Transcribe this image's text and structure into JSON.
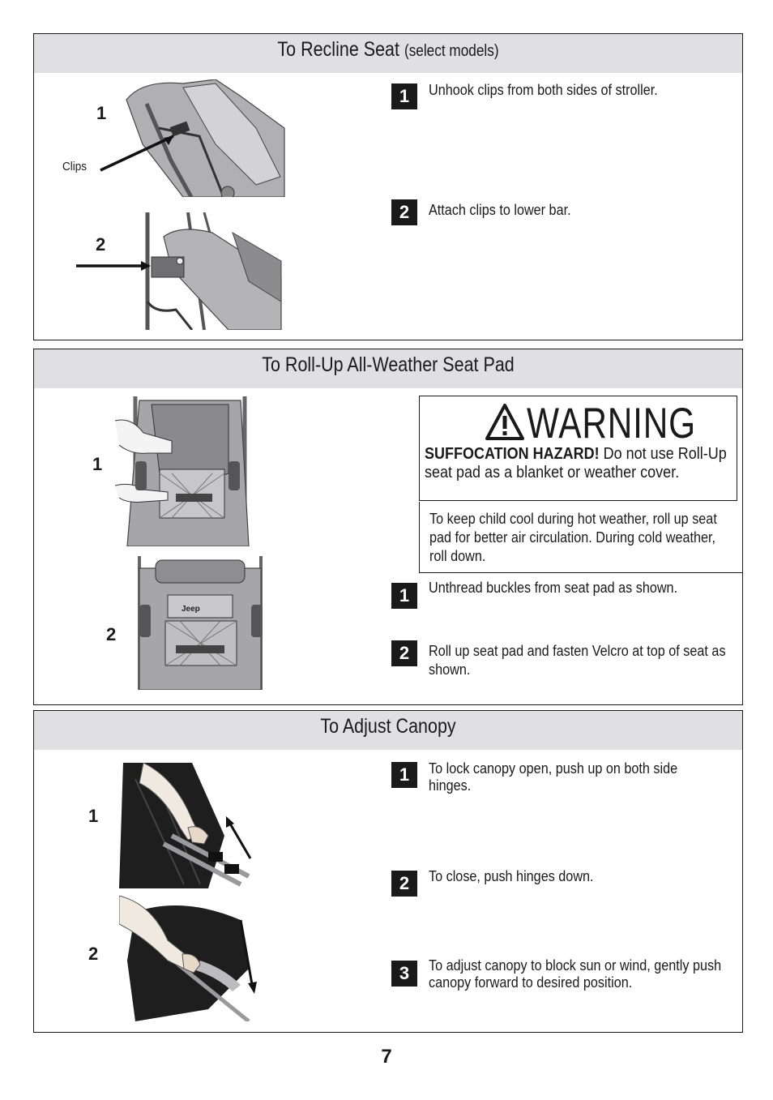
{
  "sections": {
    "recline": {
      "title": "To Recline Seat",
      "title_sub": "(select models)",
      "figure_numbers": [
        "1",
        "2"
      ],
      "clips_label": "Clips",
      "steps": [
        {
          "num": "1",
          "text": "Unhook clips from both sides of stroller."
        },
        {
          "num": "2",
          "text": "Attach clips to lower bar."
        }
      ]
    },
    "rollup": {
      "title": "To Roll-Up All-Weather Seat Pad",
      "figure_numbers": [
        "1",
        "2"
      ],
      "warning": {
        "title": "WARNING",
        "hazard": "SUFFOCATION HAZARD!",
        "body": " Do not use Roll-Up seat pad as a blanket or weather cover."
      },
      "note": "To keep child cool during hot weather, roll up seat pad for better air circulation. During cold weather, roll down.",
      "logo_text": "Jeep",
      "steps": [
        {
          "num": "1",
          "text": "Unthread buckles from seat pad as shown."
        },
        {
          "num": "2",
          "text": "Roll up seat pad and fasten Velcro at top of seat as shown."
        }
      ]
    },
    "canopy": {
      "title": "To Adjust Canopy",
      "figure_numbers": [
        "1",
        "2"
      ],
      "steps": [
        {
          "num": "1",
          "text": "To lock canopy open, push up on both side hinges."
        },
        {
          "num": "2",
          "text": "To close, push hinges down."
        },
        {
          "num": "3",
          "text": "To adjust canopy to block sun or wind, gently push canopy forward to desired position."
        }
      ]
    }
  },
  "page_number": "7",
  "colors": {
    "header_bg": "#e0e0e2",
    "ink": "#1a1a1a",
    "illustration_gray": "#a8a8ab"
  }
}
